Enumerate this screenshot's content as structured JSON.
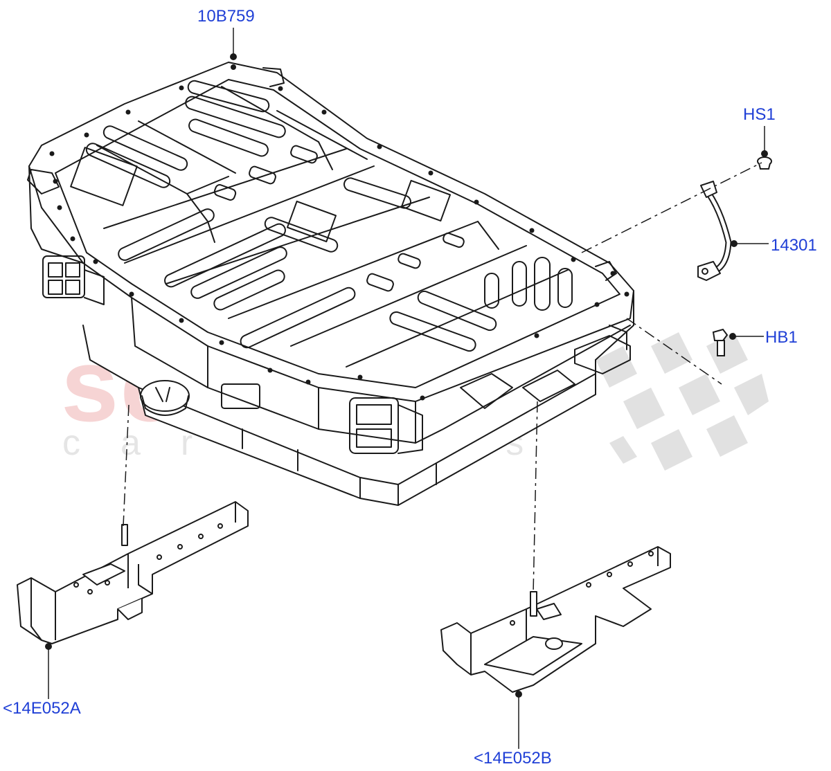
{
  "watermark": {
    "brand": "scuderia",
    "sub": "car parts"
  },
  "callouts": {
    "top_cover": "10B759",
    "screw": "HS1",
    "cable": "14301",
    "bolt": "HB1",
    "bracket_left": "<14E052A",
    "bracket_right": "<14E052B"
  },
  "colors": {
    "callout_text": "#1f3fd6",
    "line_art": "#1a1a1a",
    "watermark_red": "#f3c6c6",
    "watermark_grey": "#d9d9d9"
  }
}
